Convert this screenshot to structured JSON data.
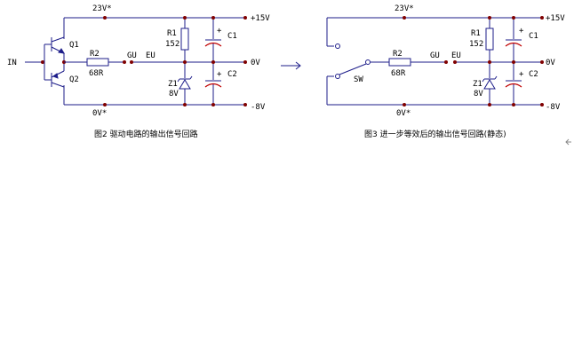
{
  "fig2": {
    "top_rail": "23V*",
    "pos_supply": "+15V",
    "zero_v": "0V",
    "neg_supply": "-8V",
    "bottom_rail": "0V*",
    "input": "IN",
    "q1": "Q1",
    "q2": "Q2",
    "r2_name": "R2",
    "r2_value": "68R",
    "gu": "GU",
    "eu": "EU",
    "r1_name": "R1",
    "r1_value": "152",
    "z1_name": "Z1",
    "z1_value": "8V",
    "c1": "C1",
    "c2": "C2",
    "plus": "+",
    "caption": "图2 驱动电路的输出信号回路"
  },
  "arrow": "→",
  "fig3": {
    "top_rail": "23V*",
    "pos_supply": "+15V",
    "zero_v": "0V",
    "neg_supply": "-8V",
    "bottom_rail": "0V*",
    "sw": "SW",
    "r2_name": "R2",
    "r2_value": "68R",
    "gu": "GU",
    "eu": "EU",
    "r1_name": "R1",
    "r1_value": "152",
    "z1_name": "Z1",
    "z1_value": "8V",
    "c1": "C1",
    "c2": "C2",
    "plus": "+",
    "caption": "图3 进一步等效后的输出信号回路(静态)"
  },
  "colors": {
    "wire": "#1e1e8a",
    "capacitor": "#c00000",
    "node": "#800000"
  }
}
